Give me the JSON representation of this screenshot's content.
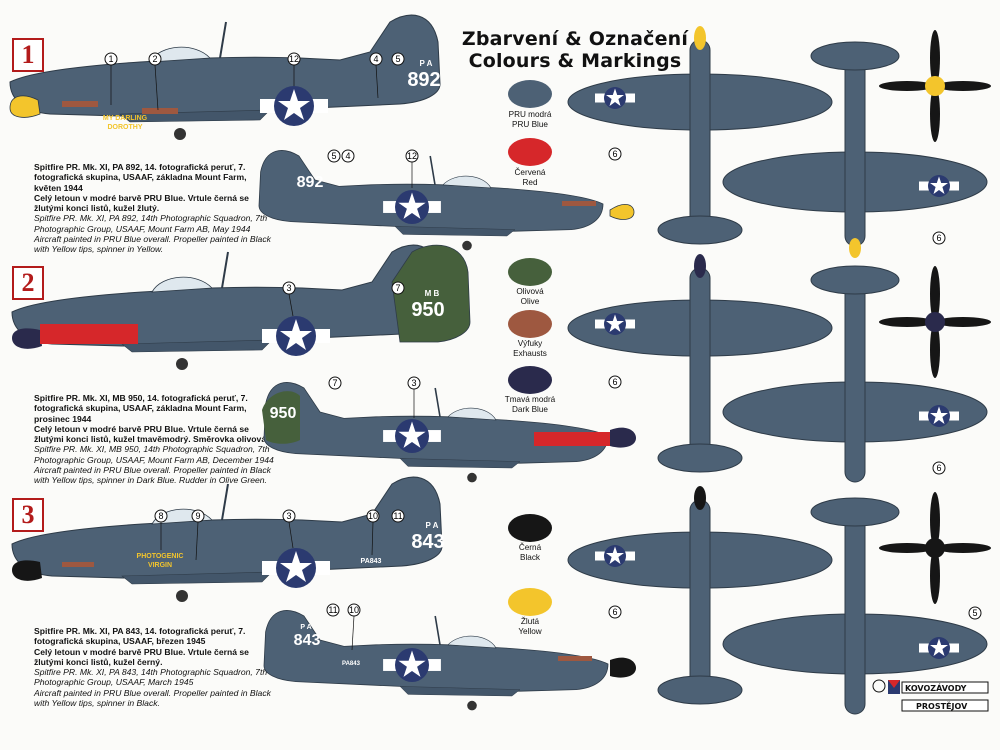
{
  "header": {
    "title_cz": "Zbarvení & Označení",
    "title_en": "Colours & Markings"
  },
  "colors": {
    "pru_blue": "#4d6175",
    "red": "#d6272a",
    "olive": "#46603c",
    "exhausts": "#9e5840",
    "dark_blue": "#2a2a4c",
    "black": "#161616",
    "yellow": "#f3c52c"
  },
  "swatches": [
    {
      "cz": "PRU modrá",
      "en": "PRU Blue",
      "color": "#4d6175"
    },
    {
      "cz": "Červená",
      "en": "Red",
      "color": "#d6272a"
    },
    {
      "cz": "Olivová",
      "en": "Olive",
      "color": "#46603c"
    },
    {
      "cz": "Výfuky",
      "en": "Exhausts",
      "color": "#9e5840"
    },
    {
      "cz": "Tmavá modrá",
      "en": "Dark Blue",
      "color": "#2a2a4c"
    },
    {
      "cz": "Černá",
      "en": "Black",
      "color": "#161616"
    },
    {
      "cz": "Žlutá",
      "en": "Yellow",
      "color": "#f3c52c"
    }
  ],
  "schemes": [
    {
      "number": "1",
      "code": "892",
      "code_prefix": "P A",
      "serial": "",
      "nose_art": [
        "MY DARLING",
        "DOROTHY"
      ],
      "callouts_left": [
        "1",
        "2",
        "12",
        "4",
        "5"
      ],
      "callouts_right": [
        "5",
        "4",
        "12"
      ],
      "callout_plan": "6",
      "desc_bold": "Spitfire PR. Mk. XI,   PA 892, 14. fotografická peruť, 7. fotografická skupina, USAAF, základna Mount Farm, květen 1944",
      "desc_bold2": "Celý letoun v modré barvě PRU Blue. Vrtule černá se žlutými konci listů, kužel žlutý.",
      "desc_italic": "Spitfire PR. Mk. XI,  PA 892, 14th Photographic Squadron, 7th Photographic Group, USAAF, Mount Farm AB, May 1944",
      "desc_italic2": "Aircraft painted in PRU Blue overall. Propeller  painted in Black with Yellow tips, spinner in Yellow."
    },
    {
      "number": "2",
      "code": "950",
      "code_prefix": "M B",
      "serial": "",
      "nose_art": [],
      "callouts_left": [
        "3",
        "7"
      ],
      "callouts_right": [
        "7",
        "3"
      ],
      "callout_plan": "6",
      "desc_bold": "Spitfire PR. Mk. XI,   MB 950, 14. fotografická peruť, 7. fotografická skupina, USAAF, základna Mount Farm, prosinec 1944",
      "desc_bold2": "Celý letoun v modré barvě PRU Blue. Vrtule černá se žlutými konci listů, kužel tmavěmodrý. Směrovka olivová.",
      "desc_italic": "Spitfire PR. Mk. XI,  MB 950, 14th Photographic Squadron, 7th Photographic Group, USAAF, Mount Farm AB, December 1944",
      "desc_italic2": "Aircraft painted in PRU Blue overall. Propeller  painted in Black with Yellow tips, spinner in Dark Blue. Rudder in Olive Green."
    },
    {
      "number": "3",
      "code": "843",
      "code_prefix": "P A",
      "serial": "PA843",
      "nose_art": [
        "PHOTOGENIC",
        "VIRGIN"
      ],
      "callouts_left": [
        "8",
        "9",
        "3",
        "10",
        "11"
      ],
      "callouts_right": [
        "11",
        "10"
      ],
      "callout_plan": "6",
      "callout_plan2": "5",
      "desc_bold": "Spitfire PR. Mk. XI,   PA 843, 14. fotografická peruť, 7. fotografická skupina, USAAF, březen 1945",
      "desc_bold2": "Celý letoun v modré barvě PRU Blue. Vrtule černá se žlutými konci listů, kužel černý.",
      "desc_italic": "Spitfire PR. Mk. XI,  PA 843, 14th Photographic Squadron, 7th Photographic Group, USAAF, March 1945",
      "desc_italic2": "Aircraft painted in PRU Blue overall. Propeller  painted in Black with Yellow tips, spinner in Black."
    }
  ],
  "logo": {
    "line1": "KOVOZÁVODY",
    "line2": "PROSTĚJOV"
  }
}
